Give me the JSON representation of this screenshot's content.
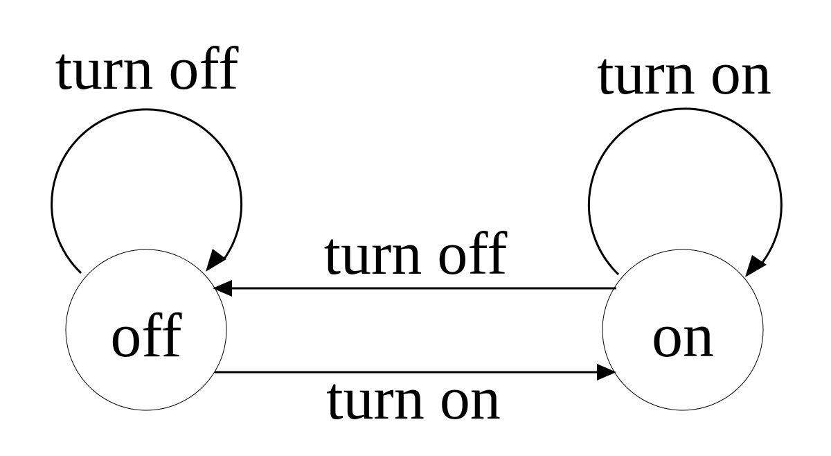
{
  "states": {
    "off": {
      "label": "off"
    },
    "on": {
      "label": "on"
    }
  },
  "transitions": {
    "off_self": {
      "label": "turn off"
    },
    "on_self": {
      "label": "turn on"
    },
    "on_to_off": {
      "label": "turn off"
    },
    "off_to_on": {
      "label": "turn on"
    }
  },
  "colors": {
    "stroke": "#000000",
    "background": "#ffffff"
  }
}
